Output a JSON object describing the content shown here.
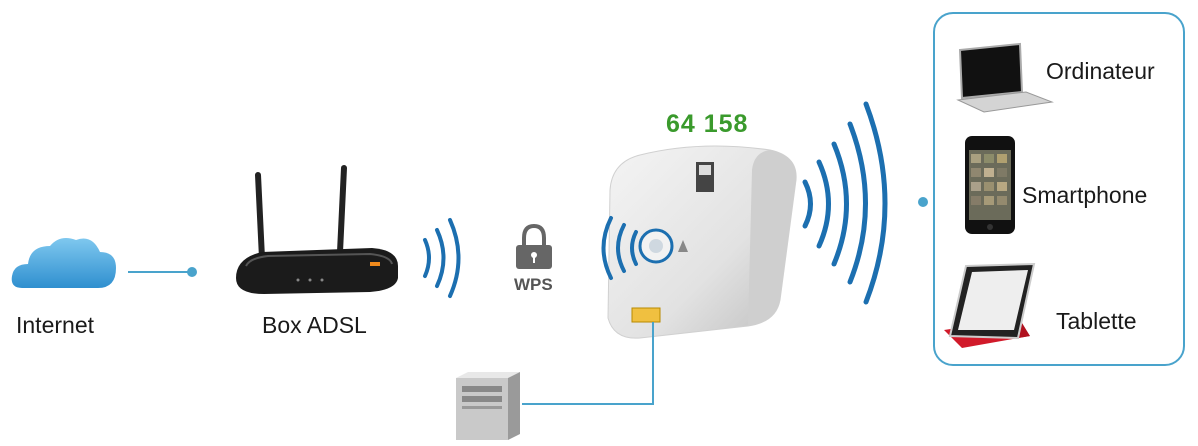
{
  "internet_label": "Internet",
  "box_label": "Box ADSL",
  "wps_label": "WPS",
  "model_number": "64 158",
  "devices": {
    "laptop_label": "Ordinateur",
    "phone_label": "Smartphone",
    "tablet_label": "Tablette"
  },
  "colors": {
    "connector": "#49a3cc",
    "signal": "#1c6fb0",
    "model": "#3a9a2c"
  }
}
